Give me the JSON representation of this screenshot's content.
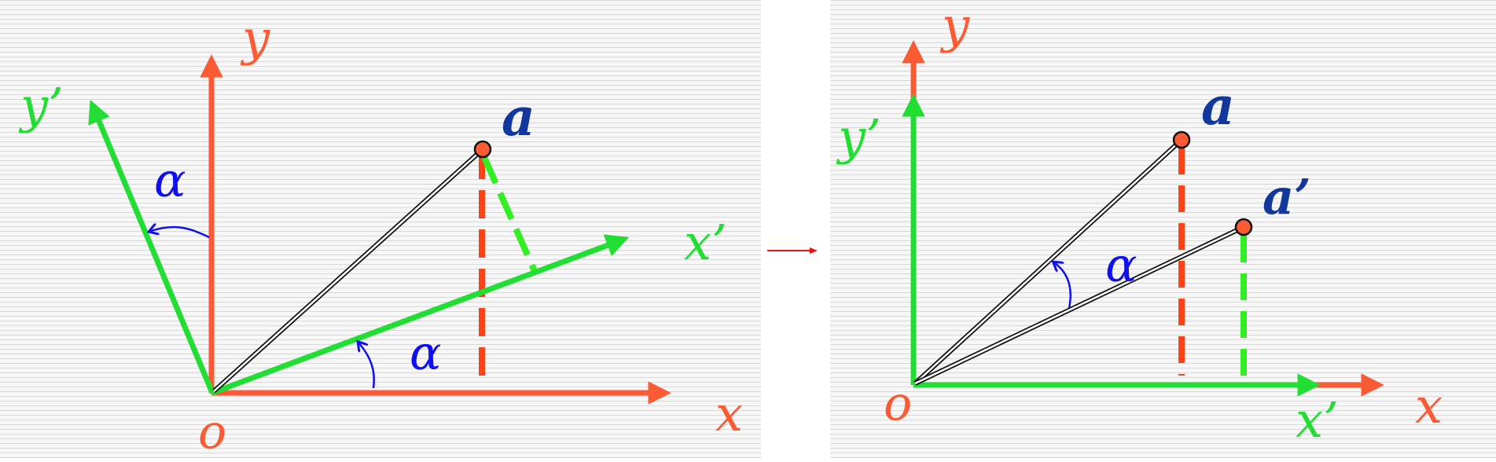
{
  "colors": {
    "axis_original": "#fa5a34",
    "axis_rotated": "#22dd33",
    "angle": "#1010ee",
    "point_label": "#12389e",
    "point_fill": "#fa5a34",
    "arrow_between": "#ee1111"
  },
  "left": {
    "y_label": "y",
    "x_label": "x",
    "y_prime_label": "y’",
    "x_prime_label": "x’",
    "origin_label": "o",
    "point_label": "a",
    "angle_upper": "α",
    "angle_lower": "α"
  },
  "right": {
    "y_label": "y",
    "x_label": "x",
    "y_prime_label": "y’",
    "x_prime_label": "x’",
    "origin_label": "o",
    "point_a_label": "a",
    "point_a_prime_label": "a’",
    "angle": "α"
  }
}
